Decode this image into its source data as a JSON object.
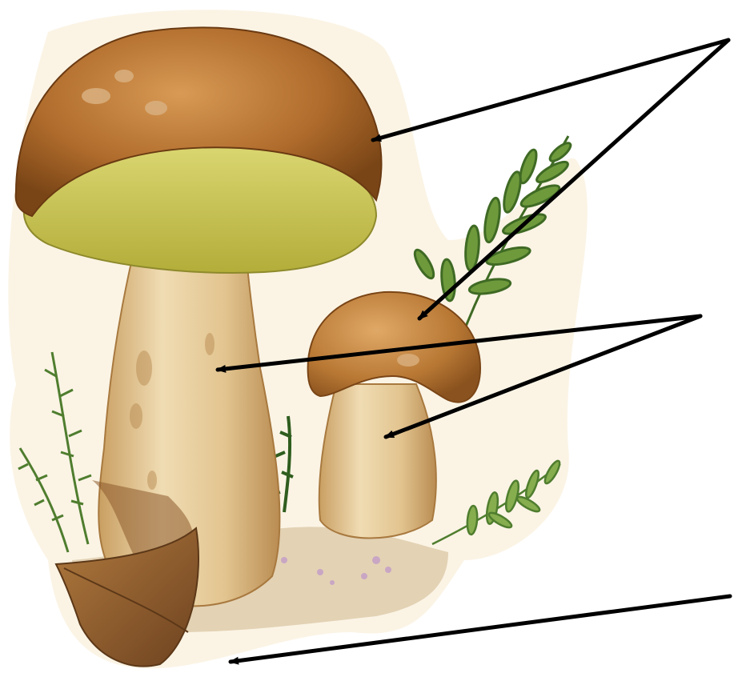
{
  "illustration": {
    "subject": "porcini-mushroom",
    "colors": {
      "background": "#ffffff",
      "paper_glow": "#fbf3e2",
      "cap_brown": "#b06c2c",
      "cap_dark": "#7a4516",
      "cap_light": "#d89a55",
      "pores_yellow": "#c7c24a",
      "pores_light": "#dcd873",
      "stem_cream": "#e9cf9e",
      "stem_shadow": "#c99f62",
      "fern_green": "#6f9a3c",
      "fern_dark": "#3f6a24",
      "moss_green": "#4f7d2e",
      "leaf_brown": "#8d5a2b",
      "soil": "#8a6a4a",
      "heather": "#c9a6c4",
      "arrow": "#000000"
    }
  },
  "pointers": [
    {
      "name": "cap-pointer",
      "targets": [
        "large-cap",
        "small-cap"
      ]
    },
    {
      "name": "stem-pointer",
      "targets": [
        "large-stem",
        "small-stem"
      ]
    },
    {
      "name": "ground-pointer",
      "targets": [
        "mycelium-area"
      ]
    }
  ]
}
